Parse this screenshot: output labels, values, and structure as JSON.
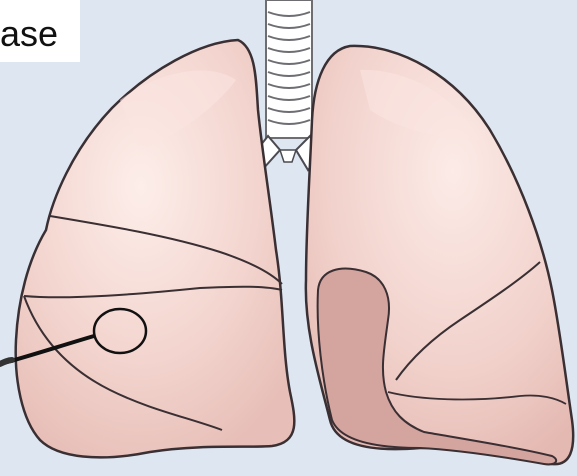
{
  "caption": {
    "text": "ase"
  },
  "colors": {
    "background": "#dde6f1",
    "lung_fill": "#f3d2cc",
    "lung_highlight": "#fbe6e2",
    "lung_outline": "#3a2f33",
    "diseased_area": "#d4a49f",
    "trachea": "#ffffff",
    "pointer_line": "#111111"
  },
  "icons": {
    "lungs": "lungs-illustration",
    "trachea": "trachea-rings",
    "pointer": "callout-circle-pointer"
  }
}
